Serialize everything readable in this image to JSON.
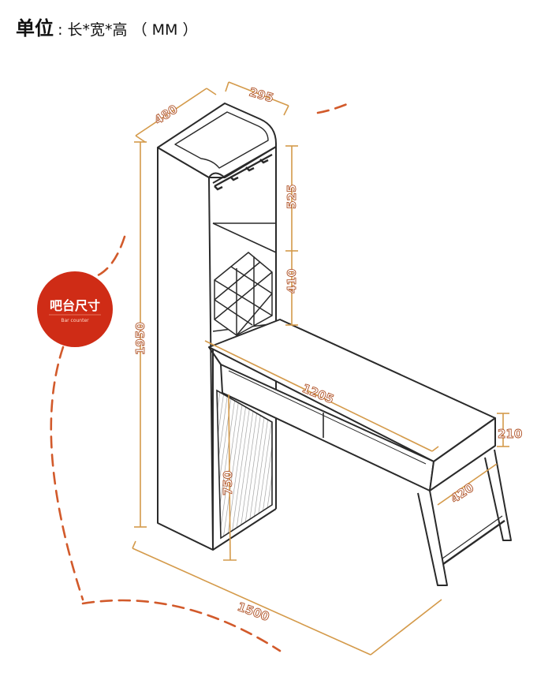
{
  "header": {
    "unit_main": "单位",
    "unit_rest": ": 长*宽*高 （ MM ）"
  },
  "badge": {
    "title": "吧台尺寸",
    "subtitle": "Bar counter"
  },
  "dimensions": {
    "cabinet_depth": "480",
    "cabinet_width": "295",
    "top_shelf_height": "525",
    "wine_rack_height": "410",
    "total_height": "1950",
    "desk_length": "1205",
    "desk_thickness": "210",
    "desk_depth": "420",
    "lower_height": "750",
    "overall_length": "1500"
  },
  "colors": {
    "line": "#2a2a2a",
    "dimension": "#d49a4a",
    "dimension_text": "#b1552a",
    "accent": "#d25a2b",
    "badge": "#cf2c16"
  }
}
